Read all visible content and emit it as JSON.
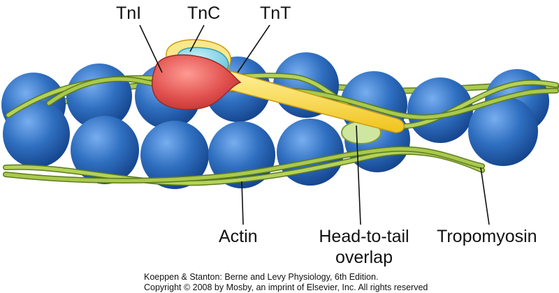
{
  "labels": {
    "tni": "TnI",
    "tnc": "TnC",
    "tnt": "TnT",
    "actin": "Actin",
    "overlap_line1": "Head-to-tail",
    "overlap_line2": "overlap",
    "tropomyosin": "Tropomyosin"
  },
  "credit": {
    "line1": "Koeppen & Stanton: Berne and Levy Physiology, 6th Edition.",
    "line2": "Copyright © 2008 by Mosby, an imprint of Elsevier, Inc. All rights reserved"
  },
  "colors": {
    "actin": "#2f6fc0",
    "actin_dark": "#123f86",
    "tropomyosin": "#a9c94e",
    "tni": "#e0504d",
    "tnc": "#7fd3e6",
    "tnt": "#f6d02a",
    "overlap": "#cfe6a0"
  }
}
